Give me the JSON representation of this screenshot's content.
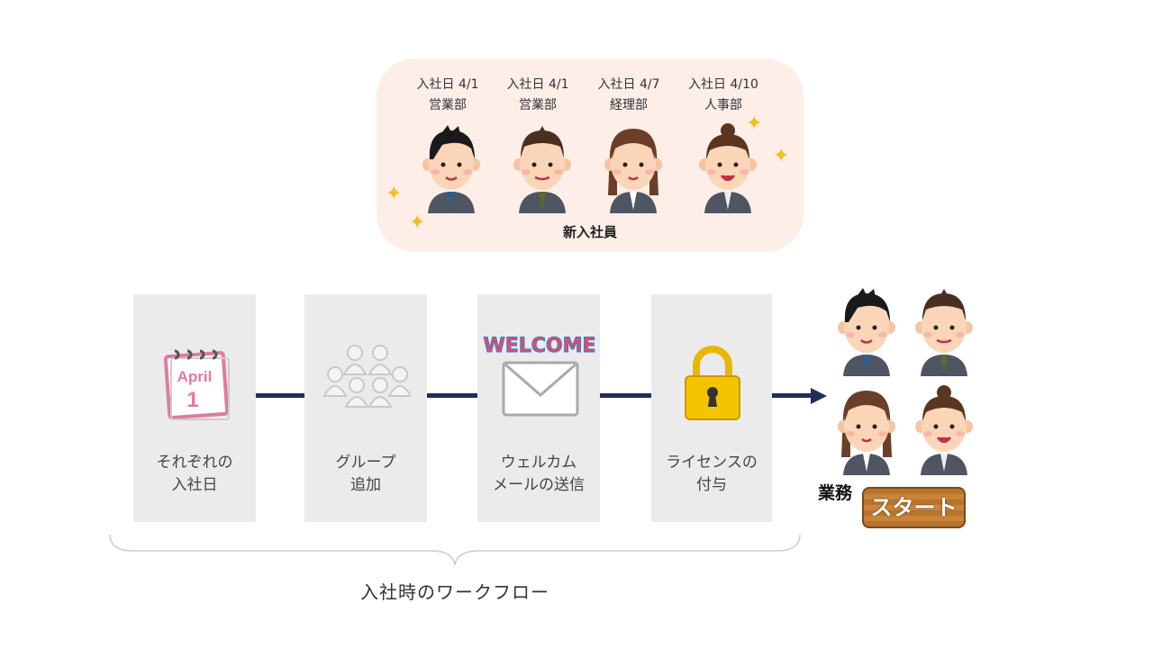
{
  "new_hires": {
    "title": "新入社員",
    "people": [
      {
        "join_date": "入社日 4/1",
        "department": "営業部",
        "avatar": "man-spiky-hair-icon"
      },
      {
        "join_date": "入社日 4/1",
        "department": "営業部",
        "avatar": "man-short-hair-icon"
      },
      {
        "join_date": "入社日 4/7",
        "department": "経理部",
        "avatar": "woman-long-hair-icon"
      },
      {
        "join_date": "入社日 4/10",
        "department": "人事部",
        "avatar": "woman-bun-hair-icon"
      }
    ]
  },
  "workflow": {
    "steps": [
      {
        "line1": "それぞれの",
        "line2": "入社日",
        "icon": "calendar-icon",
        "calendar_month": "April",
        "calendar_day": "1"
      },
      {
        "line1": "グループ",
        "line2": "追加",
        "icon": "group-icon"
      },
      {
        "line1": "ウェルカム",
        "line2": "メールの送信",
        "icon": "welcome-mail-icon",
        "banner": "WELCOME"
      },
      {
        "line1": "ライセンスの",
        "line2": "付与",
        "icon": "padlock-icon"
      }
    ],
    "caption": "入社時のワークフロー"
  },
  "result": {
    "prefix": "業務",
    "badge": "スタート"
  },
  "colors": {
    "connector": "#1f2d5c",
    "step_bg": "#ebebeb",
    "newhire_bg": "#fdeee8",
    "badge": "#b8742c"
  }
}
